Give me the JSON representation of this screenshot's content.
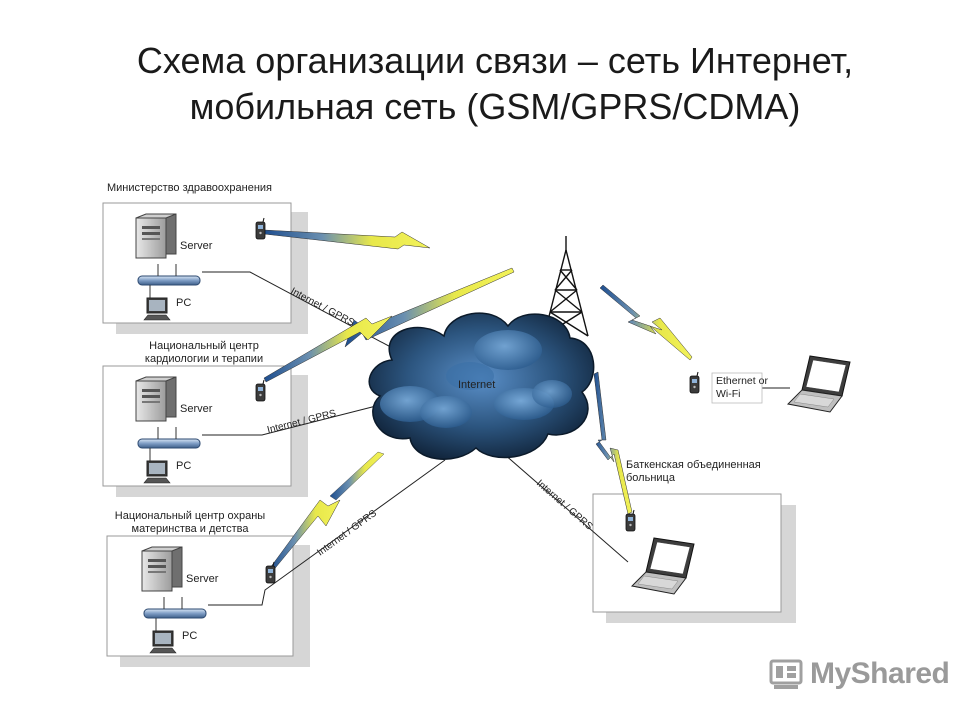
{
  "title": {
    "line1": "Схема организации связи – сеть Интернет,",
    "line2": "мобильная сеть (GSM/GPRS/CDMA)"
  },
  "sites": {
    "ministry": {
      "name": "Министерство здравоохранения",
      "server": "Server",
      "pc": "PC"
    },
    "cardio": {
      "name_line1": "Национальный центр",
      "name_line2": "кардиологии и терапии",
      "server": "Server",
      "pc": "PC"
    },
    "maternity": {
      "name_line1": "Национальный центр охраны",
      "name_line2": "материнства и детства",
      "server": "Server",
      "pc": "PC"
    },
    "batken": {
      "name_line1": "Баткенская объединенная",
      "name_line2": "больница"
    }
  },
  "cloud_label": "Internet",
  "link_labels": {
    "ministry": "Internet / GPRS",
    "cardio": "Internet / GPRS",
    "maternity": "Internet / GPRS",
    "batken": "Internet / GPRS"
  },
  "wifi_label": {
    "line1": "Ethernet or",
    "line2": "Wi-Fi"
  },
  "logo_text": "MyShared",
  "icons": [
    "server-icon",
    "pc-icon",
    "modem-icon",
    "cell-tower-icon",
    "laptop-icon",
    "cloud-icon",
    "lightning-icon",
    "logo-icon"
  ]
}
